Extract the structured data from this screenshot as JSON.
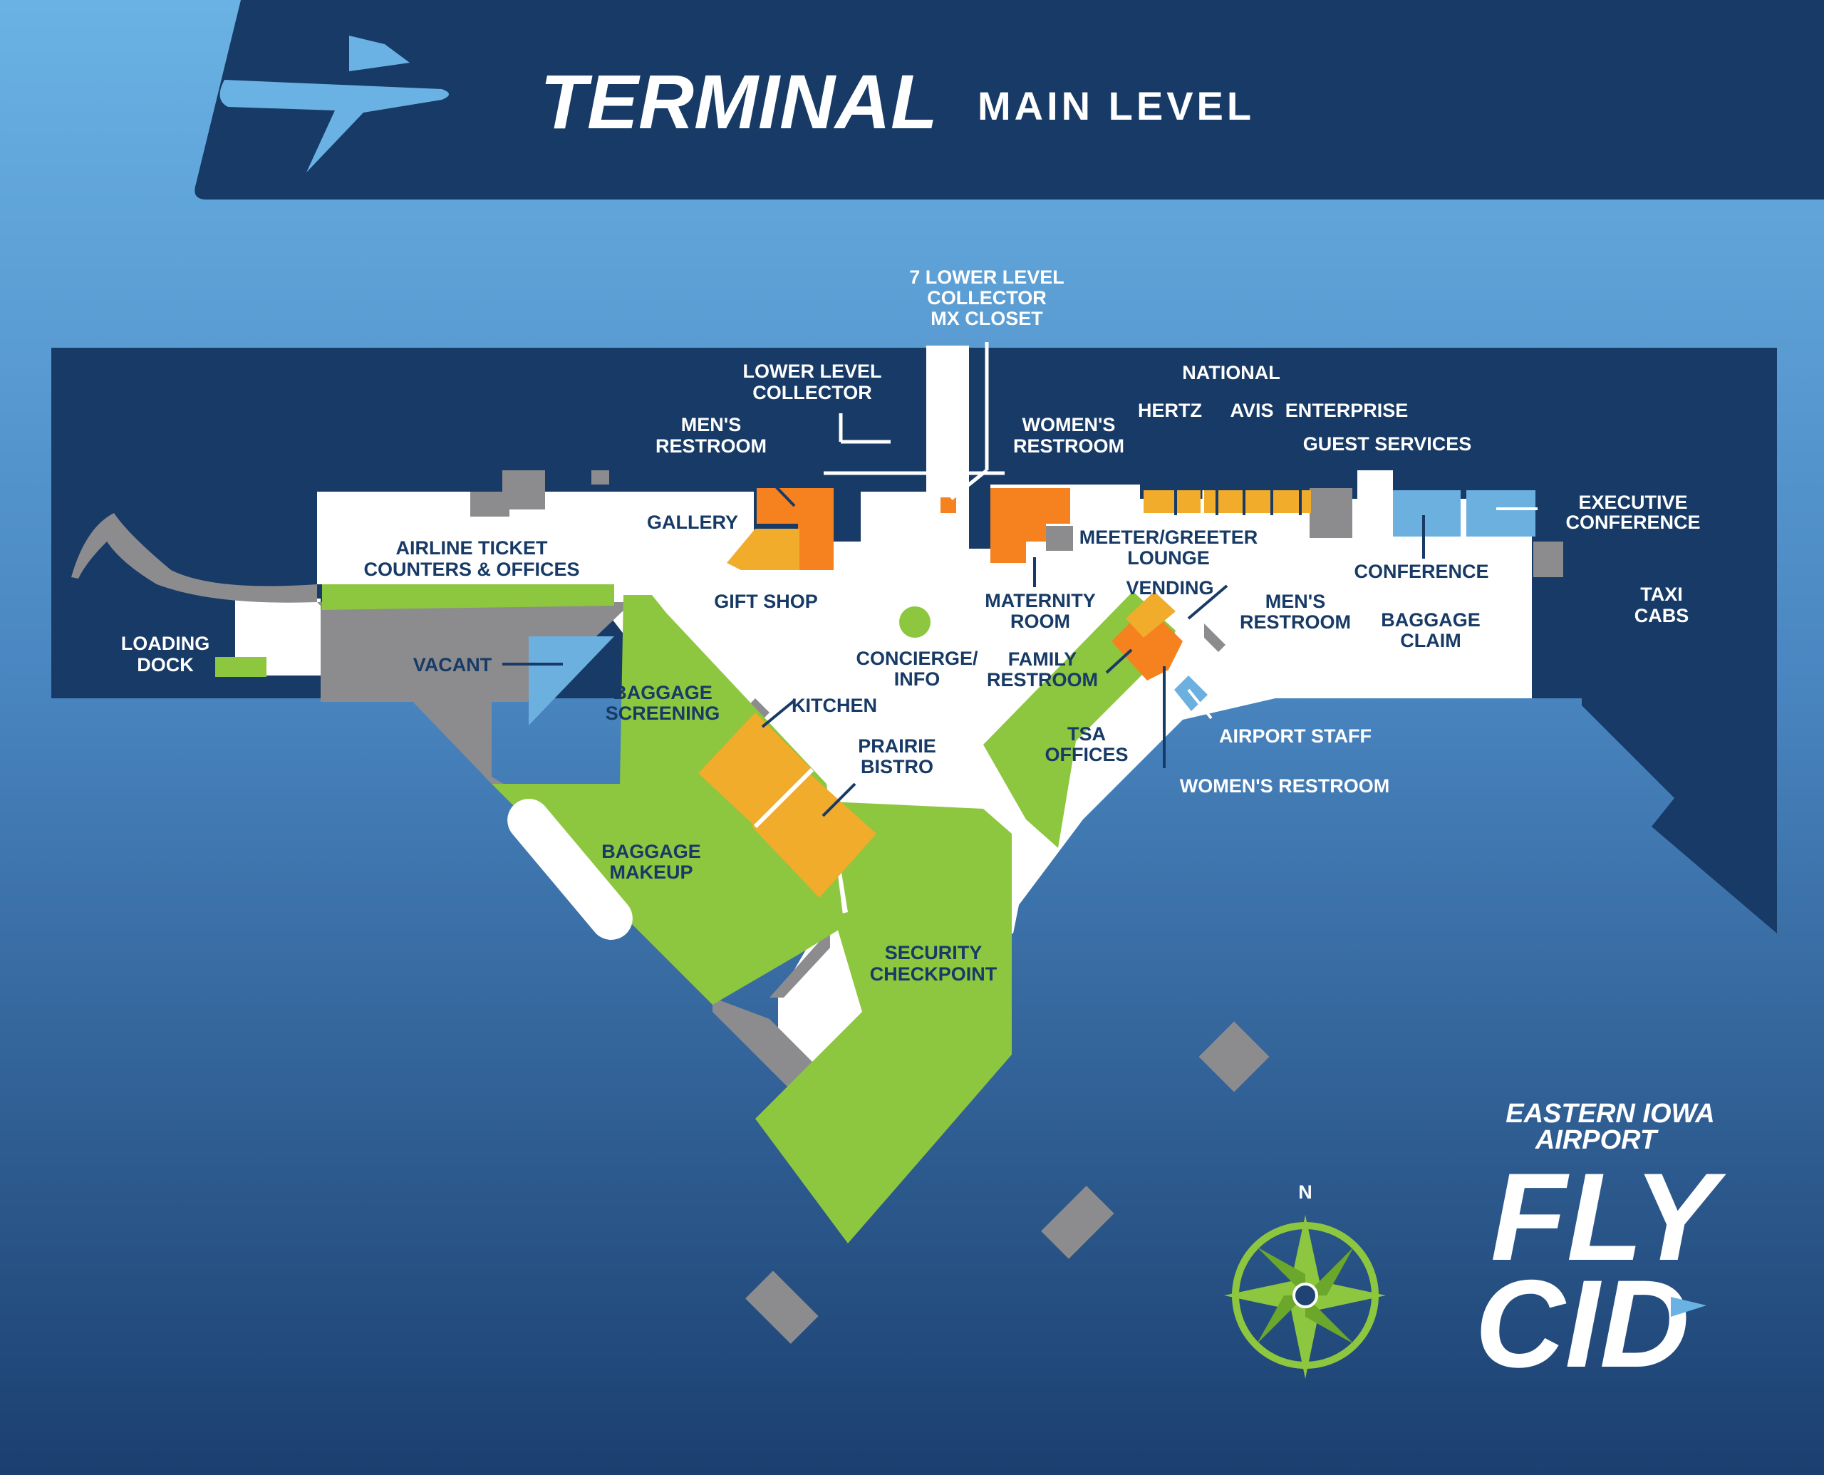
{
  "header": {
    "title": "TERMINAL",
    "subtitle": "MAIN LEVEL"
  },
  "colors": {
    "navy": "#173a66",
    "sky": "#6ab2e4",
    "green": "#8dc63f",
    "orange": "#f5821f",
    "amber": "#f0ac2a",
    "gray": "#8c8c8e",
    "light_blue": "#6cb0e0",
    "floor": "#ffffff"
  },
  "labels": {
    "lower_level_collector_mx": [
      "7 LOWER LEVEL",
      "COLLECTOR",
      "MX CLOSET"
    ],
    "lower_level_collector": [
      "LOWER LEVEL",
      "COLLECTOR"
    ],
    "mens_restroom_west": [
      "MEN'S",
      "RESTROOM"
    ],
    "womens_restroom_north": [
      "WOMEN'S",
      "RESTROOM"
    ],
    "gallery": "GALLERY",
    "national": "NATIONAL",
    "hertz": "HERTZ",
    "avis": "AVIS",
    "enterprise": "ENTERPRISE",
    "guest_services": "GUEST SERVICES",
    "executive_conference": [
      "EXECUTIVE",
      "CONFERENCE"
    ],
    "meeter_greeter": [
      "MEETER/GREETER",
      "LOUNGE"
    ],
    "airline_ticket": [
      "AIRLINE TICKET",
      "COUNTERS & OFFICES"
    ],
    "gift_shop": "GIFT SHOP",
    "maternity_room": [
      "MATERNITY",
      "ROOM"
    ],
    "vending": "VENDING",
    "conference": "CONFERENCE",
    "mens_restroom_east": [
      "MEN'S",
      "RESTROOM"
    ],
    "baggage_claim": [
      "BAGGAGE",
      "CLAIM"
    ],
    "taxi_cabs": [
      "TAXI",
      "CABS"
    ],
    "loading_dock": [
      "LOADING",
      "DOCK"
    ],
    "vacant": "VACANT",
    "concierge": [
      "CONCIERGE/",
      "INFO"
    ],
    "family_restroom": [
      "FAMILY",
      "RESTROOM"
    ],
    "baggage_screening": [
      "BAGGAGE",
      "SCREENING"
    ],
    "kitchen": "KITCHEN",
    "prairie_bistro": [
      "PRAIRIE",
      "BISTRO"
    ],
    "tsa_offices": [
      "TSA",
      "OFFICES"
    ],
    "airport_staff": "AIRPORT STAFF",
    "womens_restroom_east": "WOMEN'S RESTROOM",
    "baggage_makeup": [
      "BAGGAGE",
      "MAKEUP"
    ],
    "security_checkpoint": [
      "SECURITY",
      "CHECKPOINT"
    ]
  },
  "compass": {
    "north": "N"
  },
  "branding": {
    "airport_name": [
      "EASTERN IOWA",
      "AIRPORT"
    ],
    "logo_line1": "FLY",
    "logo_line2": "CID"
  }
}
